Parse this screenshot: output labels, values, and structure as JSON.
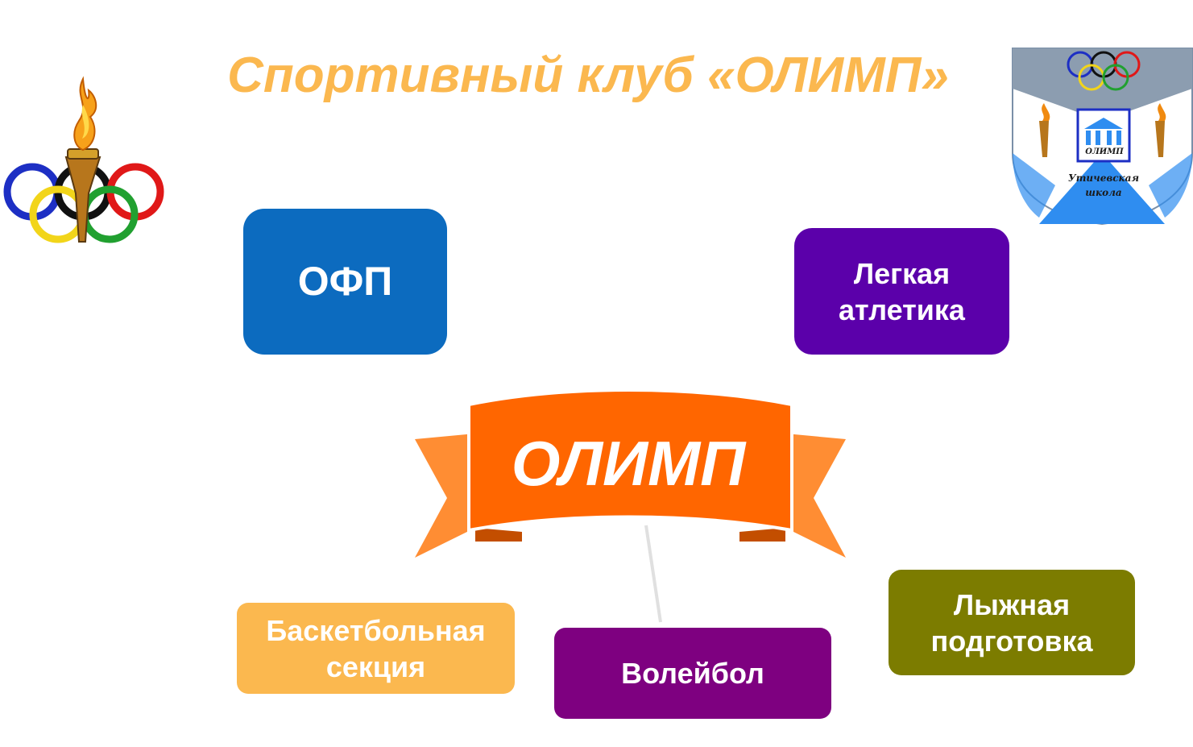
{
  "title": "Спортивный клуб «ОЛИМП»",
  "center": {
    "label": "ОЛИМП",
    "color": "#ff6600"
  },
  "nodes": [
    {
      "id": "ofp",
      "lines": [
        "ОФП"
      ],
      "color": "#0c6bbf"
    },
    {
      "id": "light-athletics",
      "lines": [
        "Легкая",
        "атлетика"
      ],
      "color": "#5b00aa"
    },
    {
      "id": "basketball",
      "lines": [
        "Баскетбольная",
        "секция"
      ],
      "color": "#fbb84f"
    },
    {
      "id": "volleyball",
      "lines": [
        "Волейбол"
      ],
      "color": "#7e0080"
    },
    {
      "id": "ski",
      "lines": [
        "Лыжная",
        "подготовка"
      ],
      "color": "#7c7c00"
    }
  ],
  "emblem": {
    "building_label": "ОЛИМП",
    "school_lines": [
      "Утичевская",
      "школа"
    ]
  },
  "icons": [
    "olympic-torch-rings-logo",
    "school-shield-emblem"
  ]
}
